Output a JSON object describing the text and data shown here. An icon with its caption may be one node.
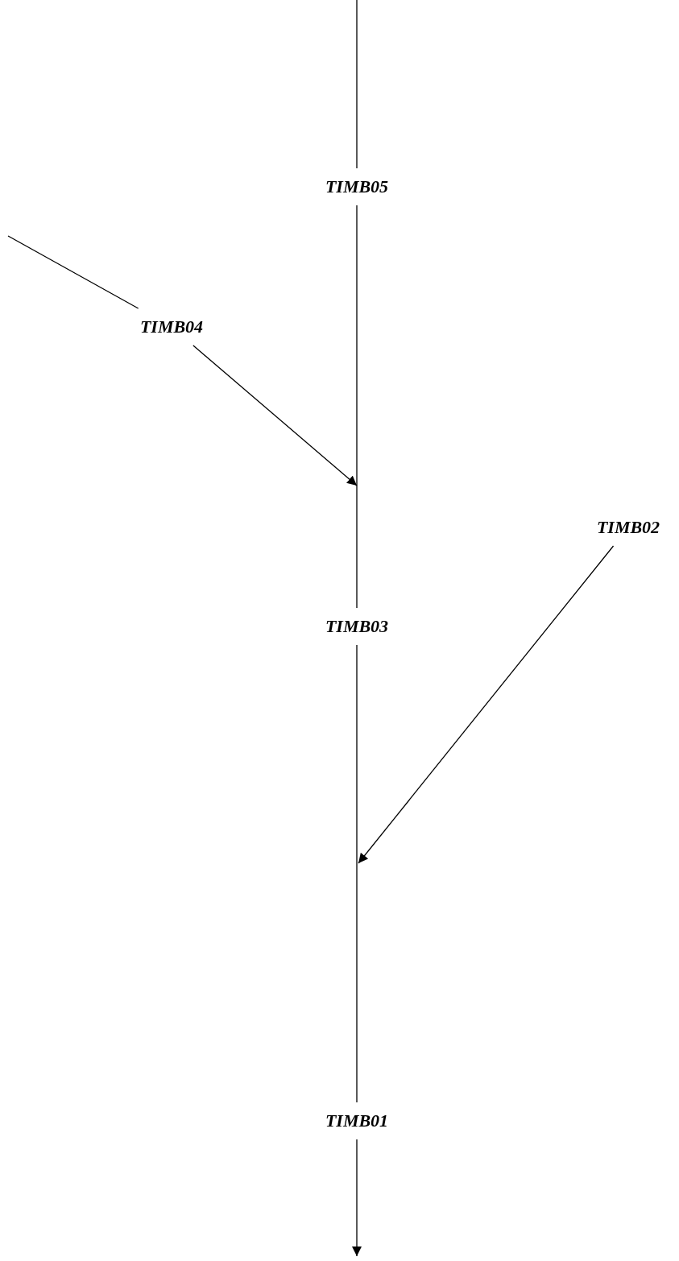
{
  "diagram": {
    "nodes": [
      {
        "text": [
          "TIMB05"
        ]
      },
      {
        "text": [
          "TIMB04"
        ]
      },
      {
        "text": [
          "TIMB03"
        ]
      },
      {
        "text": [
          "TIMB02"
        ]
      },
      {
        "text": [
          "TIMB01"
        ]
      }
    ],
    "edges": [
      {
        "from": null,
        "to": 0,
        "arrow": "none"
      },
      {
        "from": 0,
        "to": 2,
        "arrow": "none"
      },
      {
        "from": null,
        "to": 1,
        "arrow": "none"
      },
      {
        "from": 1,
        "to": null,
        "arrow": "to"
      },
      {
        "from": 2,
        "to": 4,
        "arrow": "none"
      },
      {
        "from": 3,
        "to": null,
        "arrow": "to"
      },
      {
        "from": 4,
        "to": null,
        "arrow": "to"
      }
    ]
  }
}
